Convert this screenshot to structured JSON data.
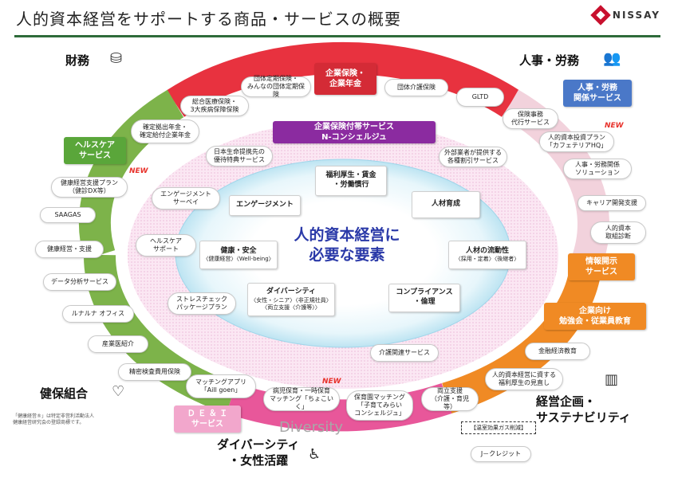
{
  "header": {
    "title": "人的資本経営をサポートする商品・サービスの概要",
    "logo_text": "NISSAY"
  },
  "center": {
    "title": "人的資本経営に\n必要な要素"
  },
  "inner_elements": [
    {
      "id": "fukuri",
      "label": "福利厚生・賃金\n・労働慣行"
    },
    {
      "id": "engagement",
      "label": "エンゲージメント"
    },
    {
      "id": "jinzai",
      "label": "人材育成"
    },
    {
      "id": "kenko",
      "label": "健康・安全",
      "sub": "〈健康経営〉〈Well-being〉"
    },
    {
      "id": "ryudosei",
      "label": "人材の流動性",
      "sub": "〈採用・定着〉〈後継者〉"
    },
    {
      "id": "diversity",
      "label": "ダイバーシティ",
      "sub": "〈女性・シニア〉〈非正規社員〉\n〈両立支援〈介護等〉〉"
    },
    {
      "id": "compliance",
      "label": "コンプライアンス\n・倫理"
    }
  ],
  "categories": {
    "kigyo_hoken": "企業保険・\n企業年金",
    "n_concierge": "企業保険付帯サービス\nN-コンシェルジュ",
    "jinji_service": "人事・労務\n関係サービス",
    "healthcare": "ヘルスケア\nサービス",
    "joho_kaiji": "情報開示\nサービス",
    "benkyokai": "企業向け\n勉強会・従業員教育",
    "dei": "Ｄ Ｅ ＆ Ｉ\nサービス"
  },
  "area_labels": {
    "zaimu": "財務",
    "jinji": "人事・労務",
    "kenpo": "健保組合",
    "diversity": "ダイバーシティ\n・女性活躍",
    "keiei": "経営企画・\nサステナビリティ"
  },
  "services": [
    {
      "id": "dantai",
      "label": "団体定期保険・\nみんなの団体定期保険"
    },
    {
      "id": "kaigo",
      "label": "団体介護保険"
    },
    {
      "id": "gltd",
      "label": "GLTD"
    },
    {
      "id": "sogo",
      "label": "総合医療保険・\n3大疾病保障保険"
    },
    {
      "id": "kakutei",
      "label": "確定拠出年金・\n確定給付企業年金"
    },
    {
      "id": "yuutai",
      "label": "日本生命提携先の\n優待特典サービス"
    },
    {
      "id": "waribiki",
      "label": "外部業者が提供する\n各種割引サービス"
    },
    {
      "id": "hokenjimu",
      "label": "保険事務\n代行サービス"
    },
    {
      "id": "cafeteria",
      "label": "人的資本投資プラン\n「カフェテリアHQ」"
    },
    {
      "id": "jinji_sol",
      "label": "人事・労務関係\nソリューション"
    },
    {
      "id": "career",
      "label": "キャリア開発支援"
    },
    {
      "id": "torikumi",
      "label": "人的資本\n取組診断"
    },
    {
      "id": "kenko_keiei_plan",
      "label": "健康経営支援プラン\n（健診DX等）"
    },
    {
      "id": "saagas",
      "label": "SAAGAS"
    },
    {
      "id": "kenko_keiei",
      "label": "健康経営・支援"
    },
    {
      "id": "data",
      "label": "データ分析サービス"
    },
    {
      "id": "lunaluna",
      "label": "ルナルナ オフィス"
    },
    {
      "id": "sangyoi",
      "label": "産業医紹介"
    },
    {
      "id": "seimitsu",
      "label": "精密検査費用保険"
    },
    {
      "id": "engage_survey",
      "label": "エンゲージメント\nサーベイ"
    },
    {
      "id": "health_support",
      "label": "ヘルスケア\nサポート"
    },
    {
      "id": "stress",
      "label": "ストレスチェック\nパッケージプラン"
    },
    {
      "id": "matching",
      "label": "マッチングアプリ\n「Aill goen」"
    },
    {
      "id": "byoji",
      "label": "病児保育・一時保育\nマッチング「ちょこいく」"
    },
    {
      "id": "hoikuen",
      "label": "保育園マッチング\n「子育てみらい\nコンシェルジュ」"
    },
    {
      "id": "kaigo_kanren",
      "label": "介護関連サービス"
    },
    {
      "id": "ryoritsu",
      "label": "両立支援\n（介護・育児等）"
    },
    {
      "id": "kinyu",
      "label": "金融経済教育"
    },
    {
      "id": "kokoro",
      "label": "人的資本経営に資する\n福利厚生の見直し"
    },
    {
      "id": "jcredit",
      "label": "J－クレジット"
    }
  ],
  "misc": {
    "new_badge": "NEW",
    "diversity_watermark": "Diversity",
    "onshitsu": "【温室効果ガス削減】",
    "footnote": "「健康経営®」は特定非営利活動法人\n健康経営研究会の登録商標です。"
  },
  "colors": {
    "red": "#e8323f",
    "orange": "#f08a24",
    "green": "#7db34a",
    "pink": "#e8579a",
    "blue": "#4a78c8",
    "navy": "#2a39a8",
    "brand_green": "#2e6b3a"
  },
  "icons": [
    "coins-icon",
    "people-chart-icon",
    "heart-hands-icon",
    "bar-chart-icon",
    "family-wheelchair-icon",
    "nissay-logo-icon"
  ]
}
